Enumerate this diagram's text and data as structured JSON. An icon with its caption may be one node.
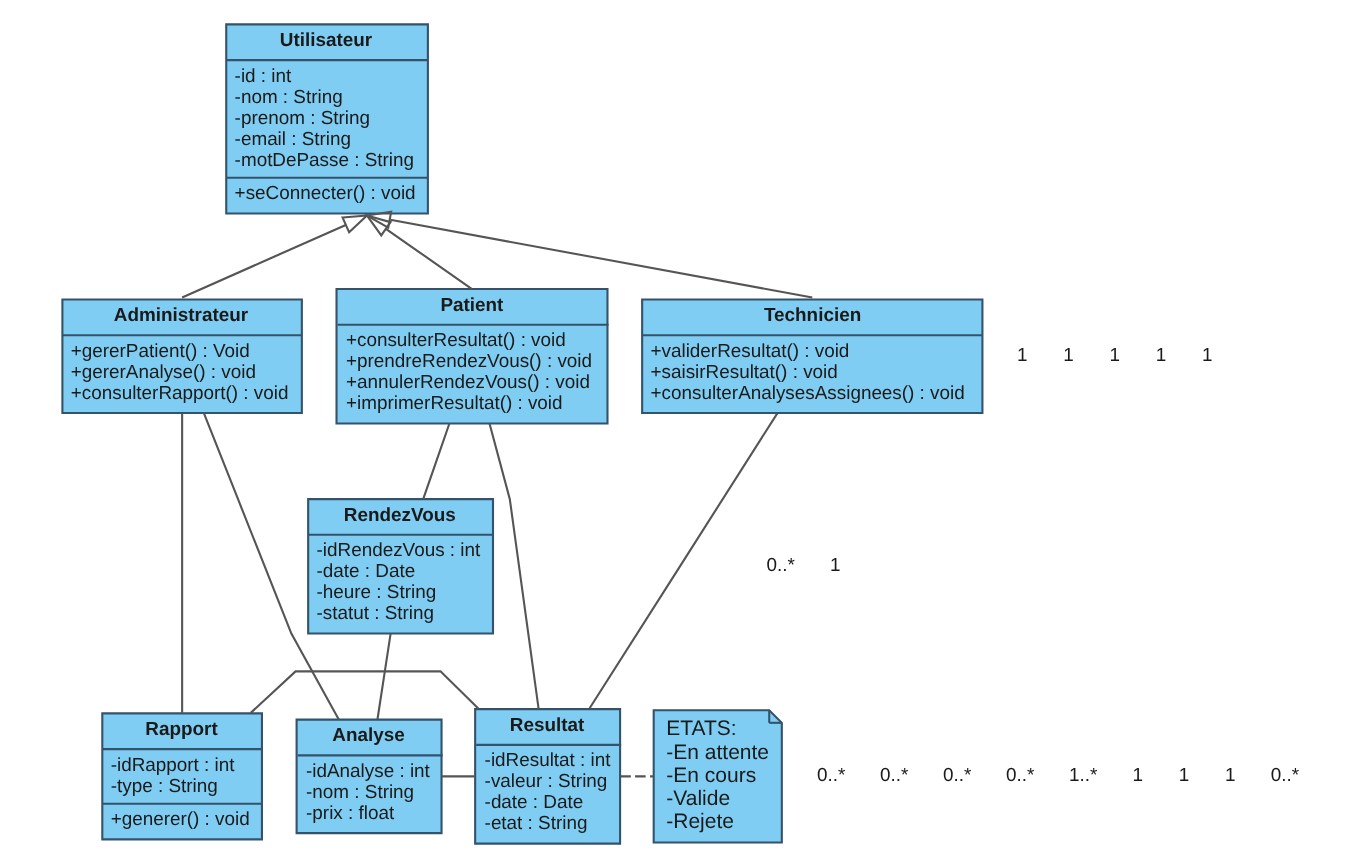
{
  "diagram": {
    "nodes": [
      {
        "text": [
          "Utilisateur",
          "-id : int",
          "-nom : String",
          "-prenom : String",
          "-email : String",
          "-motDePasse : String",
          "+seConnecter() : void"
        ]
      },
      {
        "text": [
          "Administrateur",
          "+gererPatient() : Void",
          "+gererAnalyse() : void",
          "+consulterRapport() : void"
        ]
      },
      {
        "text": [
          "Patient",
          "+consulterResultat() : void",
          "+prendreRendezVous() : void",
          "+annulerRendezVous() : void",
          "+imprimerResultat() : void"
        ]
      },
      {
        "text": [
          "Technicien",
          "+validerResultat() : void",
          "+saisirResultat() : void",
          "+consulterAnalysesAssignees() : void"
        ]
      },
      {
        "text": [
          "RendezVous",
          "-idRendezVous : int",
          "-date : Date",
          "-heure : String",
          "-statut : String"
        ]
      },
      {
        "text": [
          "Rapport",
          "-idRapport : int",
          "-type : String",
          "+generer() : void"
        ]
      },
      {
        "text": [
          "Analyse",
          "-idAnalyse : int",
          "-nom : String",
          "-prix : float"
        ]
      },
      {
        "text": [
          "Resultat",
          "-idResultat : int",
          "-valeur : String",
          "-date : Date",
          "-etat : String"
        ]
      },
      {
        "text": [
          "ETATS:",
          "-En attente",
          "-En cours",
          "-Valide",
          "-Rejete"
        ]
      }
    ],
    "edges": [
      {
        "from": 1,
        "to": 0,
        "arrow": "to"
      },
      {
        "from": 2,
        "to": 0,
        "arrow": "to"
      },
      {
        "from": 3,
        "to": 0,
        "arrow": "to"
      },
      {
        "from": 1,
        "to": 5,
        "arrow": "none"
      },
      {
        "from": 1,
        "to": 6,
        "arrow": "none"
      },
      {
        "from": 2,
        "to": 4,
        "arrow": "none"
      },
      {
        "from": 2,
        "to": 7,
        "arrow": "none"
      },
      {
        "from": 3,
        "to": 7,
        "arrow": "none"
      },
      {
        "from": 4,
        "to": 6,
        "arrow": "none"
      },
      {
        "from": 6,
        "to": 7,
        "arrow": "none"
      },
      {
        "from": 5,
        "to": 7,
        "arrow": "none"
      },
      {
        "from": 7,
        "to": 8,
        "arrow": "none",
        "style": "dashed"
      }
    ],
    "labels": [
      "1",
      "0..*",
      "1",
      "0..*",
      "1",
      "0..*",
      "1",
      "0..*",
      "1",
      "0..*",
      "1",
      "1..*",
      "1",
      "1",
      "1",
      "0..*"
    ]
  }
}
